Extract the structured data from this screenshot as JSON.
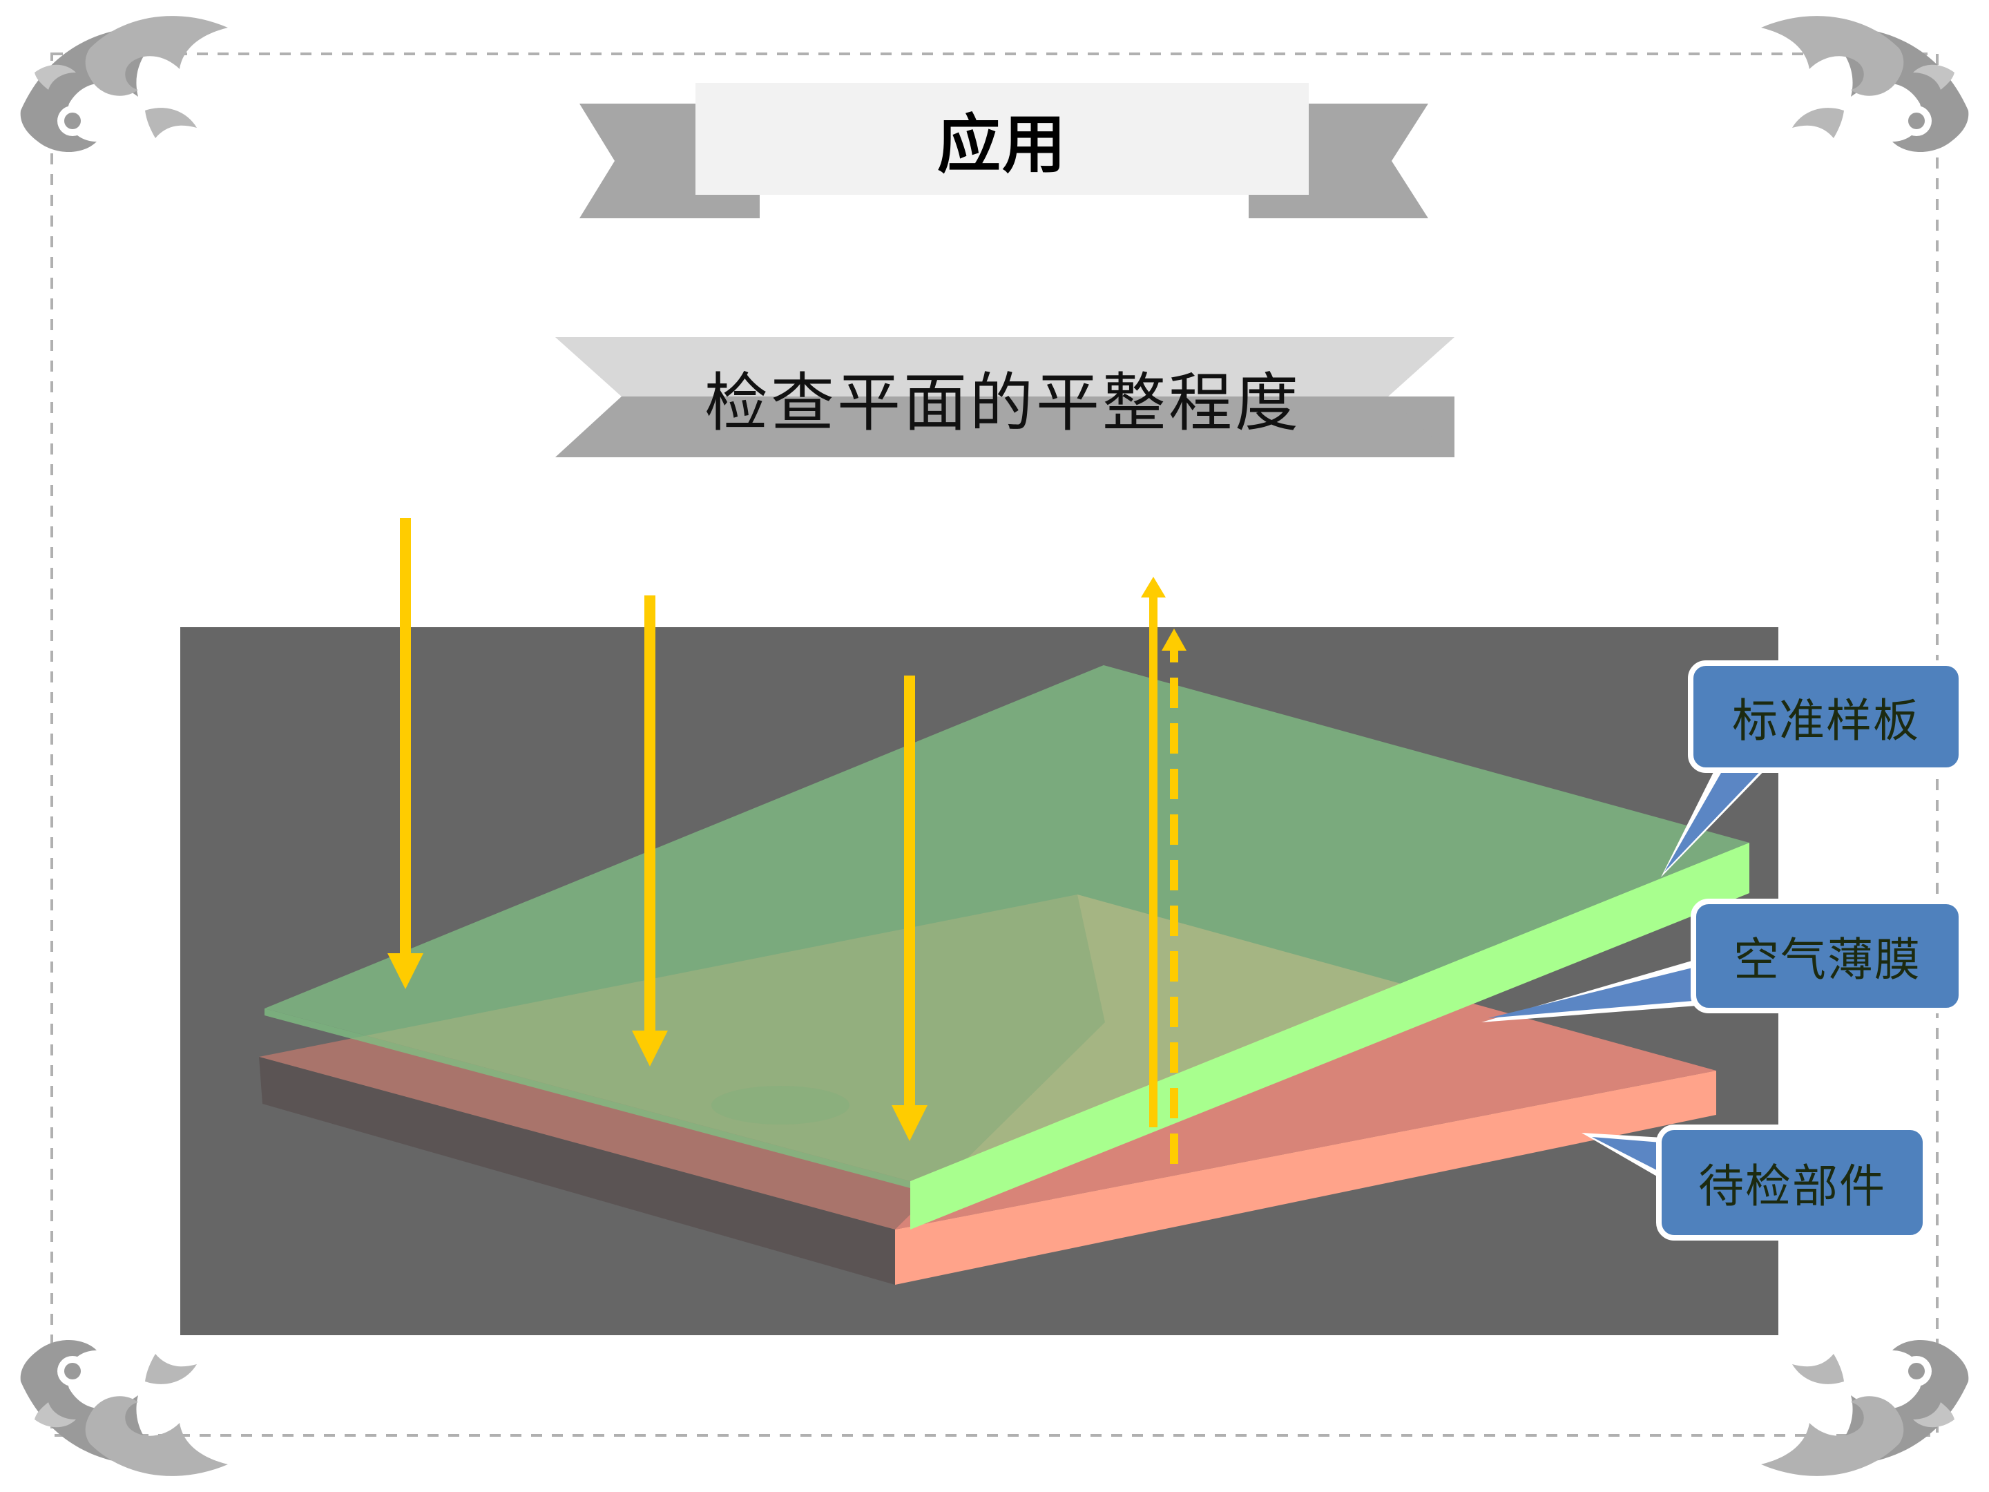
{
  "title": "应用",
  "subtitle": "检查平面的平整程度",
  "labels": {
    "standard_plate": "标准样板",
    "air_film": "空气薄膜",
    "test_part": "待检部件"
  },
  "colors": {
    "frame_dash": "#b0b0b0",
    "ribbon_gray": "#a6a6a6",
    "ribbon_light": "#f2f2f2",
    "diagram_background": "#666666",
    "standard_plate": "#8ce68c",
    "test_part": "#ff9a84",
    "light_ray": "#ffcc00",
    "callout_fill": "#4f81bd"
  },
  "icons": {
    "corner_ornament": "baroque-scroll-ornament",
    "incident_ray": "arrow-down",
    "reflected_ray": "arrow-up",
    "reflected_ray_dashed": "dashed-arrow-up"
  }
}
